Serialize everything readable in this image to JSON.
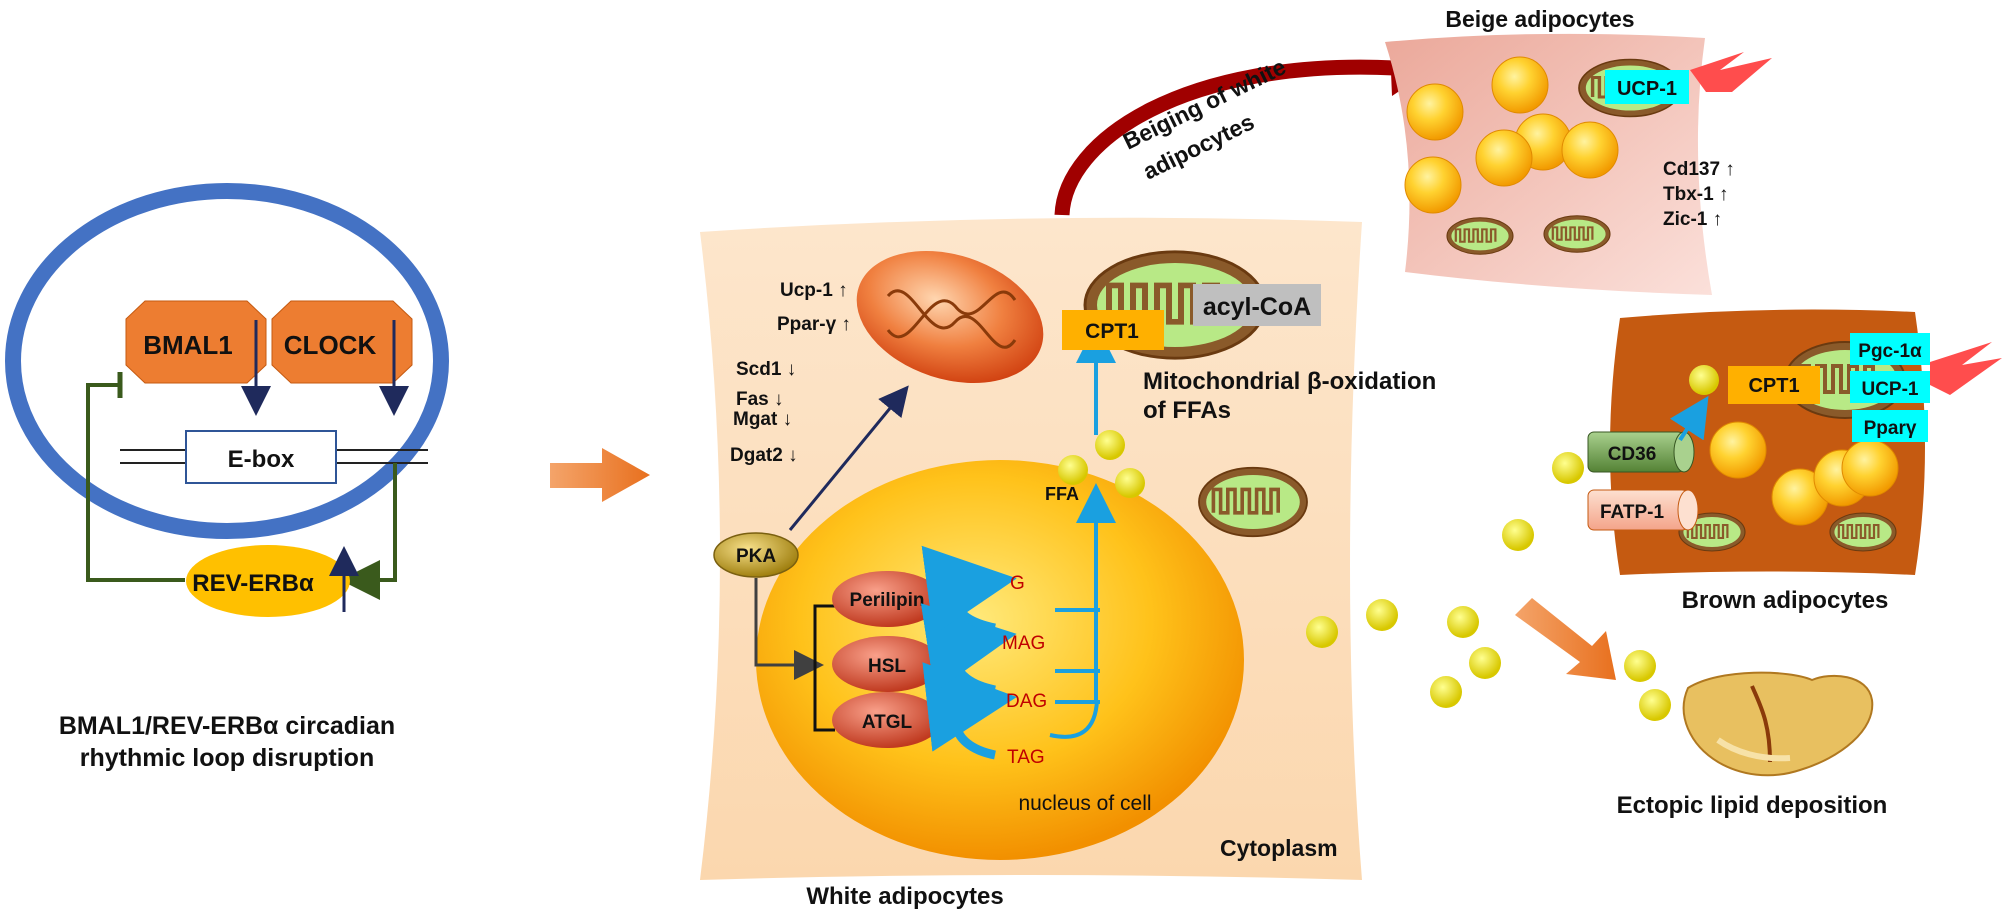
{
  "circadian": {
    "bmal1": "BMAL1",
    "clock": "CLOCK",
    "ebox": "E-box",
    "reverb": "REV-ERBα",
    "caption_line1": "BMAL1/REV-ERBα circadian",
    "caption_line2": "rhythmic loop disruption"
  },
  "white": {
    "gene_up": [
      "Ucp-1 ↑",
      "Ppar-γ ↑"
    ],
    "gene_down": [
      "Scd1 ↓",
      "Fas ↓",
      "Mgat ↓",
      "Dgat2 ↓"
    ],
    "pka": "PKA",
    "enzymes": [
      "Perilipin",
      "HSL",
      "ATGL"
    ],
    "lipids": [
      "G",
      "MAG",
      "DAG",
      "TAG"
    ],
    "nucleus": "nucleus of cell",
    "ffa": "FFA",
    "cpt1": "CPT1",
    "acyl_coa": "acyl-CoA",
    "oxidation_line1": "Mitochondrial β-oxidation",
    "oxidation_line2": "of FFAs",
    "cytoplasm": "Cytoplasm",
    "title": "White adipocytes"
  },
  "beige": {
    "title": "Beige adipocytes",
    "ucp1": "UCP-1",
    "markers": [
      "Cd137 ↑",
      "Tbx-1 ↑",
      "Zic-1 ↑"
    ],
    "arrow_line1": "Beiging of white",
    "arrow_line2": "adipocytes"
  },
  "brown": {
    "title": "Brown adipocytes",
    "cpt1": "CPT1",
    "markers": [
      "Pgc-1α",
      "UCP-1",
      "Pparγ"
    ],
    "cd36": "CD36",
    "fatp1": "FATP-1"
  },
  "ectopic": {
    "label": "Ectopic lipid deposition"
  },
  "colors": {
    "blue_ring": "#4472c4",
    "orange_gene": "#ed7d31",
    "reverb_yellow": "#ffc000",
    "loop_green": "#3a5a1c",
    "cell_bg": "#fde3c4",
    "cyan_label": "#00ffff",
    "cpt1_orange": "#ffb000",
    "brown_cell": "#c55a11",
    "red_arrow": "#a00000"
  }
}
